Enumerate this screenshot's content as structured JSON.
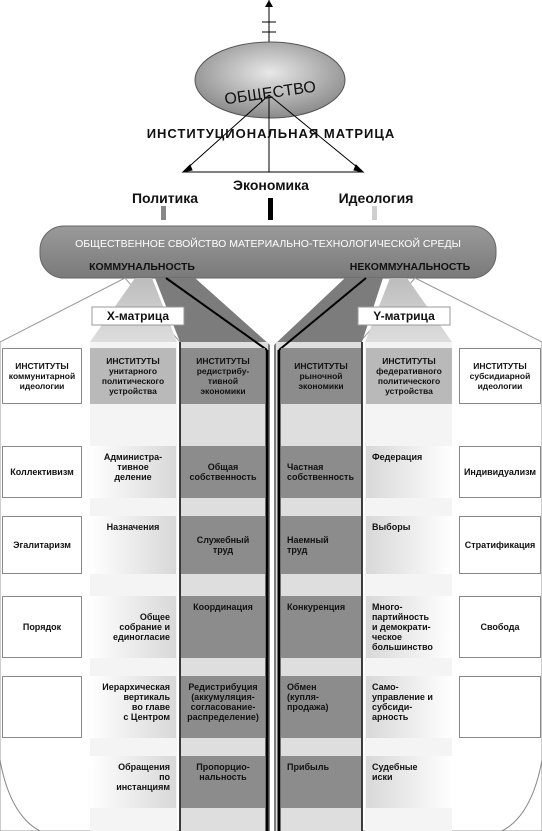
{
  "society_label": "ОБЩЕСТВО",
  "matrix_label": "ИНСТИТУЦИОНАЛЬНАЯ МАТРИЦА",
  "spheres": {
    "politics": "Политика",
    "economy": "Экономика",
    "ideology": "Идеология"
  },
  "environment_label": "ОБЩЕСТВЕННОЕ СВОЙСТВО МАТЕРИАЛЬНО-ТЕХНОЛОГИЧЕСКОЙ СРЕДЫ",
  "communality": "КОММУНАЛЬНОСТЬ",
  "noncommunality": "НЕКОММУНАЛЬНОСТЬ",
  "x_matrix": "Х-матрица",
  "y_matrix": "Y-матрица",
  "headers": [
    "ИНСТИТУТЫ\nкоммунитарной\nидеологии",
    "ИНСТИТУТЫ\nунитарного\nполитического\nустройства",
    "ИНСТИТУТЫ\nредистрибу-\nтивной\nэкономики",
    "ИНСТИТУТЫ\nрыночной\nэкономики",
    "ИНСТИТУТЫ\nфедеративного\nполитического\nустройства",
    "ИНСТИТУТЫ\nсубсидиарной\nидеологии"
  ],
  "rows": [
    [
      "Коллективизм",
      "Администра-\nтивное\nделение",
      "Общая\nсобственность",
      "Частная\nсобственность",
      "Федерация",
      "Индивидуализм"
    ],
    [
      "Эгалитаризм",
      "Назначения",
      "Служебный\nтруд",
      "Наемный\nтруд",
      "Выборы",
      "Стратификация"
    ],
    [
      "Порядок",
      "Общее\nсобрание и\nединогласие",
      "Координация",
      "Конкуренция",
      "Много-\nпартийность\nи демократи-\nческое\nбольшинство",
      "Свобода"
    ],
    [
      "",
      "Иерархическая\nвертикаль\nво главе\nс Центром",
      "Редистрибуция\n(аккумуляция-\nсогласование-\nраспределение)",
      "Обмен\n(купля-\nпродажа)",
      "Само-\nуправление и\nсубсиди-\nарность",
      ""
    ],
    [
      "",
      "Обращения\nпо\nинстанциям",
      "Пропорцио-\nнальность",
      "Прибыль",
      "Судебные\nиски",
      ""
    ]
  ]
}
